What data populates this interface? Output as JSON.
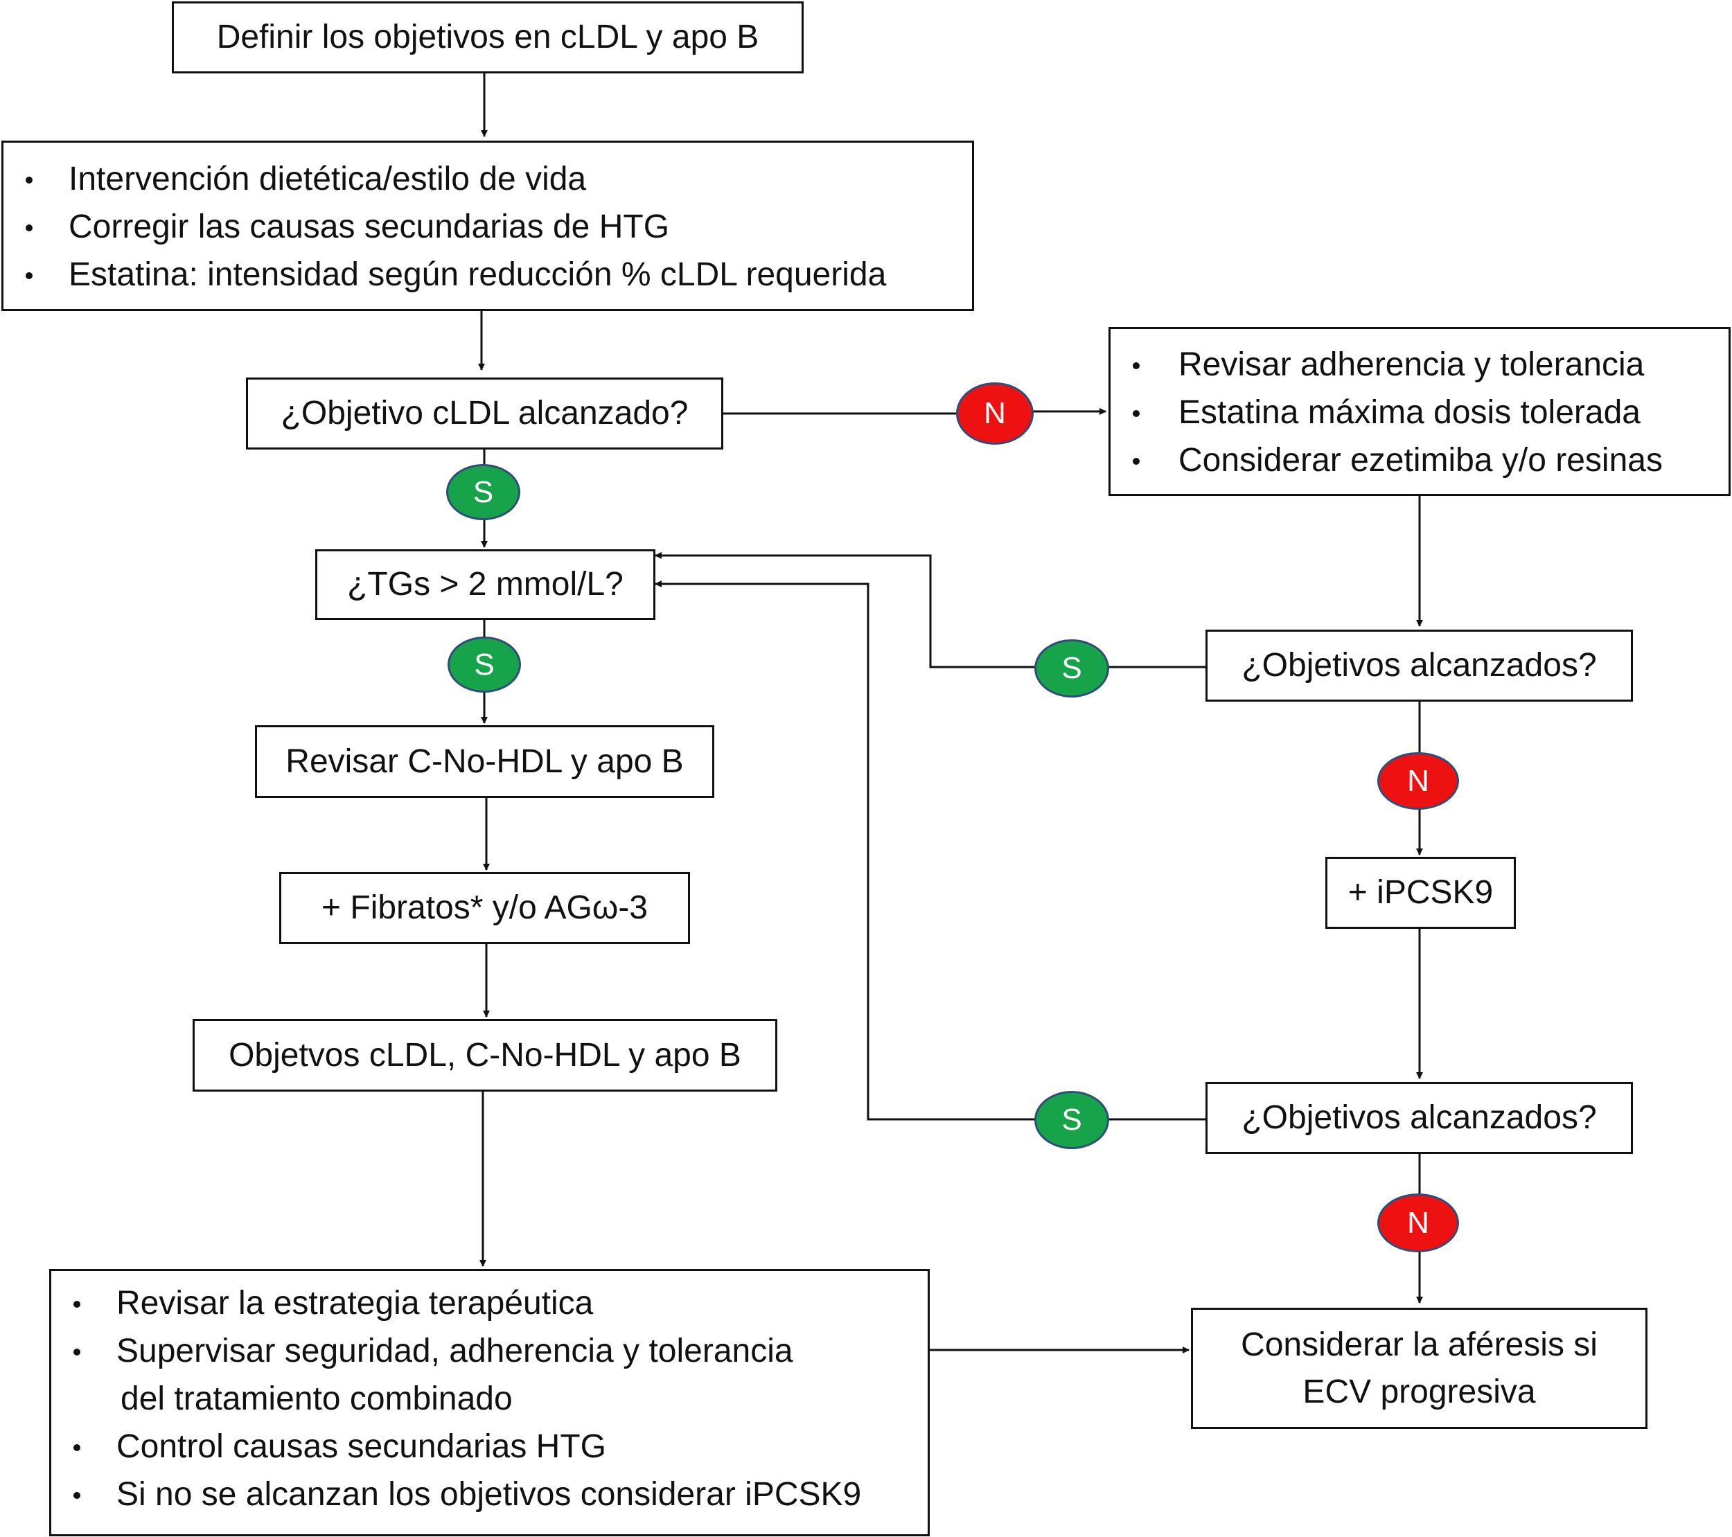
{
  "boxes": {
    "goals": "Definir los objetivos en cLDL y apo B",
    "initial": [
      "Intervención dietética/estilo  de vida",
      "Corregir las causas secundarias  de HTG",
      "Estatina:  intensidad  según  reducción  % cLDL  requerida"
    ],
    "q_cldl": "¿Objetivo cLDL alcanzado?",
    "review": [
      "Revisar adherencia  y tolerancia",
      "Estatina  máxima  dosis tolerada",
      "Considerar ezetimiba  y/o resinas"
    ],
    "q_tgs": "¿TGs > 2 mmol/L?",
    "q_objectives_1": "¿Objetivos alcanzados?",
    "check_nonhdl": "Revisar C-No-HDL  y apo B",
    "fibrates": "+ Fibratos* y/o AGω-3",
    "ipcsk9": "+ iPCSK9",
    "targets": "Objetvos cLDL,  C-No-HDL y apo B",
    "q_objectives_2": "¿Objetivos alcanzados?",
    "final": [
      "Revisar la estrategia  terapéutica",
      "Supervisar seguridad,  adherencia y tolerancia",
      "del tratamiento  combinado",
      "Control causas  secundarias  HTG",
      "Si no se alcanzan  los objetivos considerar iPCSK9"
    ],
    "apheresis": [
      "Considerar la aféresis si",
      "ECV progresiva"
    ]
  },
  "badges": {
    "yes": "S",
    "no": "N"
  },
  "colors": {
    "yes": "#17a34a",
    "no": "#ee1111",
    "badge_border": "#2f4d7a",
    "line": "#111111"
  }
}
